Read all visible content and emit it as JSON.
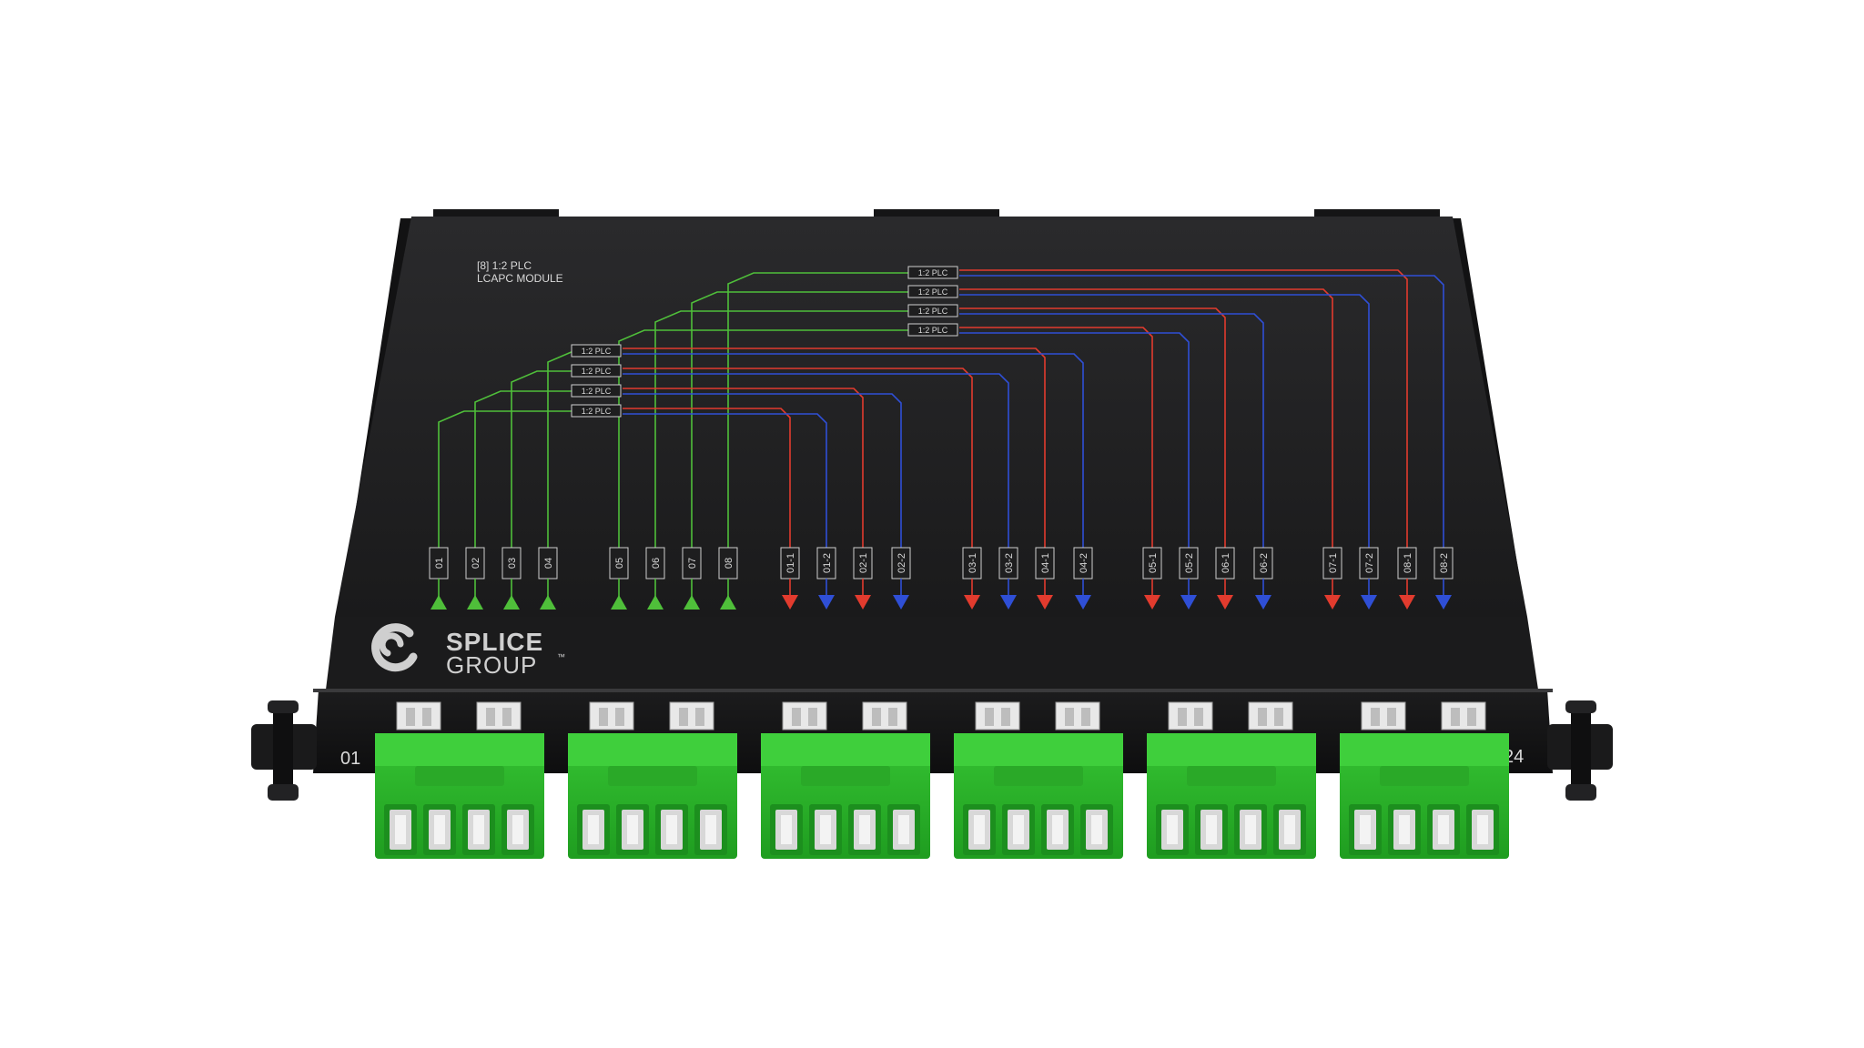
{
  "module": {
    "title_line1": "[8] 1:2 PLC",
    "title_line2": "LCAPC MODULE",
    "splitter_label": "1:2 PLC",
    "brand_top": "SPLICE",
    "brand_bottom": "GROUP",
    "brand_tm": "™",
    "port_start": "01",
    "port_end": "24"
  },
  "inputs": [
    "01",
    "02",
    "03",
    "04",
    "05",
    "06",
    "07",
    "08"
  ],
  "outputs": [
    "01-1",
    "01-2",
    "02-1",
    "02-2",
    "03-1",
    "03-2",
    "04-1",
    "04-2",
    "05-1",
    "05-2",
    "06-1",
    "06-2",
    "07-1",
    "07-2",
    "08-1",
    "08-2"
  ],
  "adapter_count": 6,
  "colors": {
    "panel": "#1e1e1f",
    "input_line": "#4fbf3a",
    "output_red": "#e23b2e",
    "output_blue": "#2f4fd6",
    "adapter_green": "#2bb52a",
    "label_text": "#d9d9d9"
  }
}
